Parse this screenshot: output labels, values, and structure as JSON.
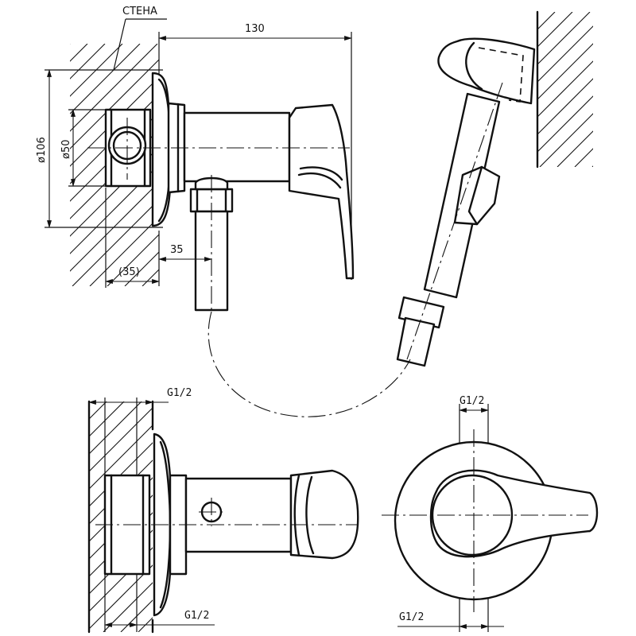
{
  "labels": {
    "wall": "СТЕНА",
    "dim_width_130": "130",
    "dim_dia_106": "ø106",
    "dim_dia_50": "ø50",
    "dim_offset_35": "35",
    "dim_offset_35_paren": "(35)",
    "thread_top_left": "G1/2",
    "thread_bottom_left": "G1/2",
    "thread_top_right": "G1/2",
    "thread_bottom_right": "G1/2"
  }
}
